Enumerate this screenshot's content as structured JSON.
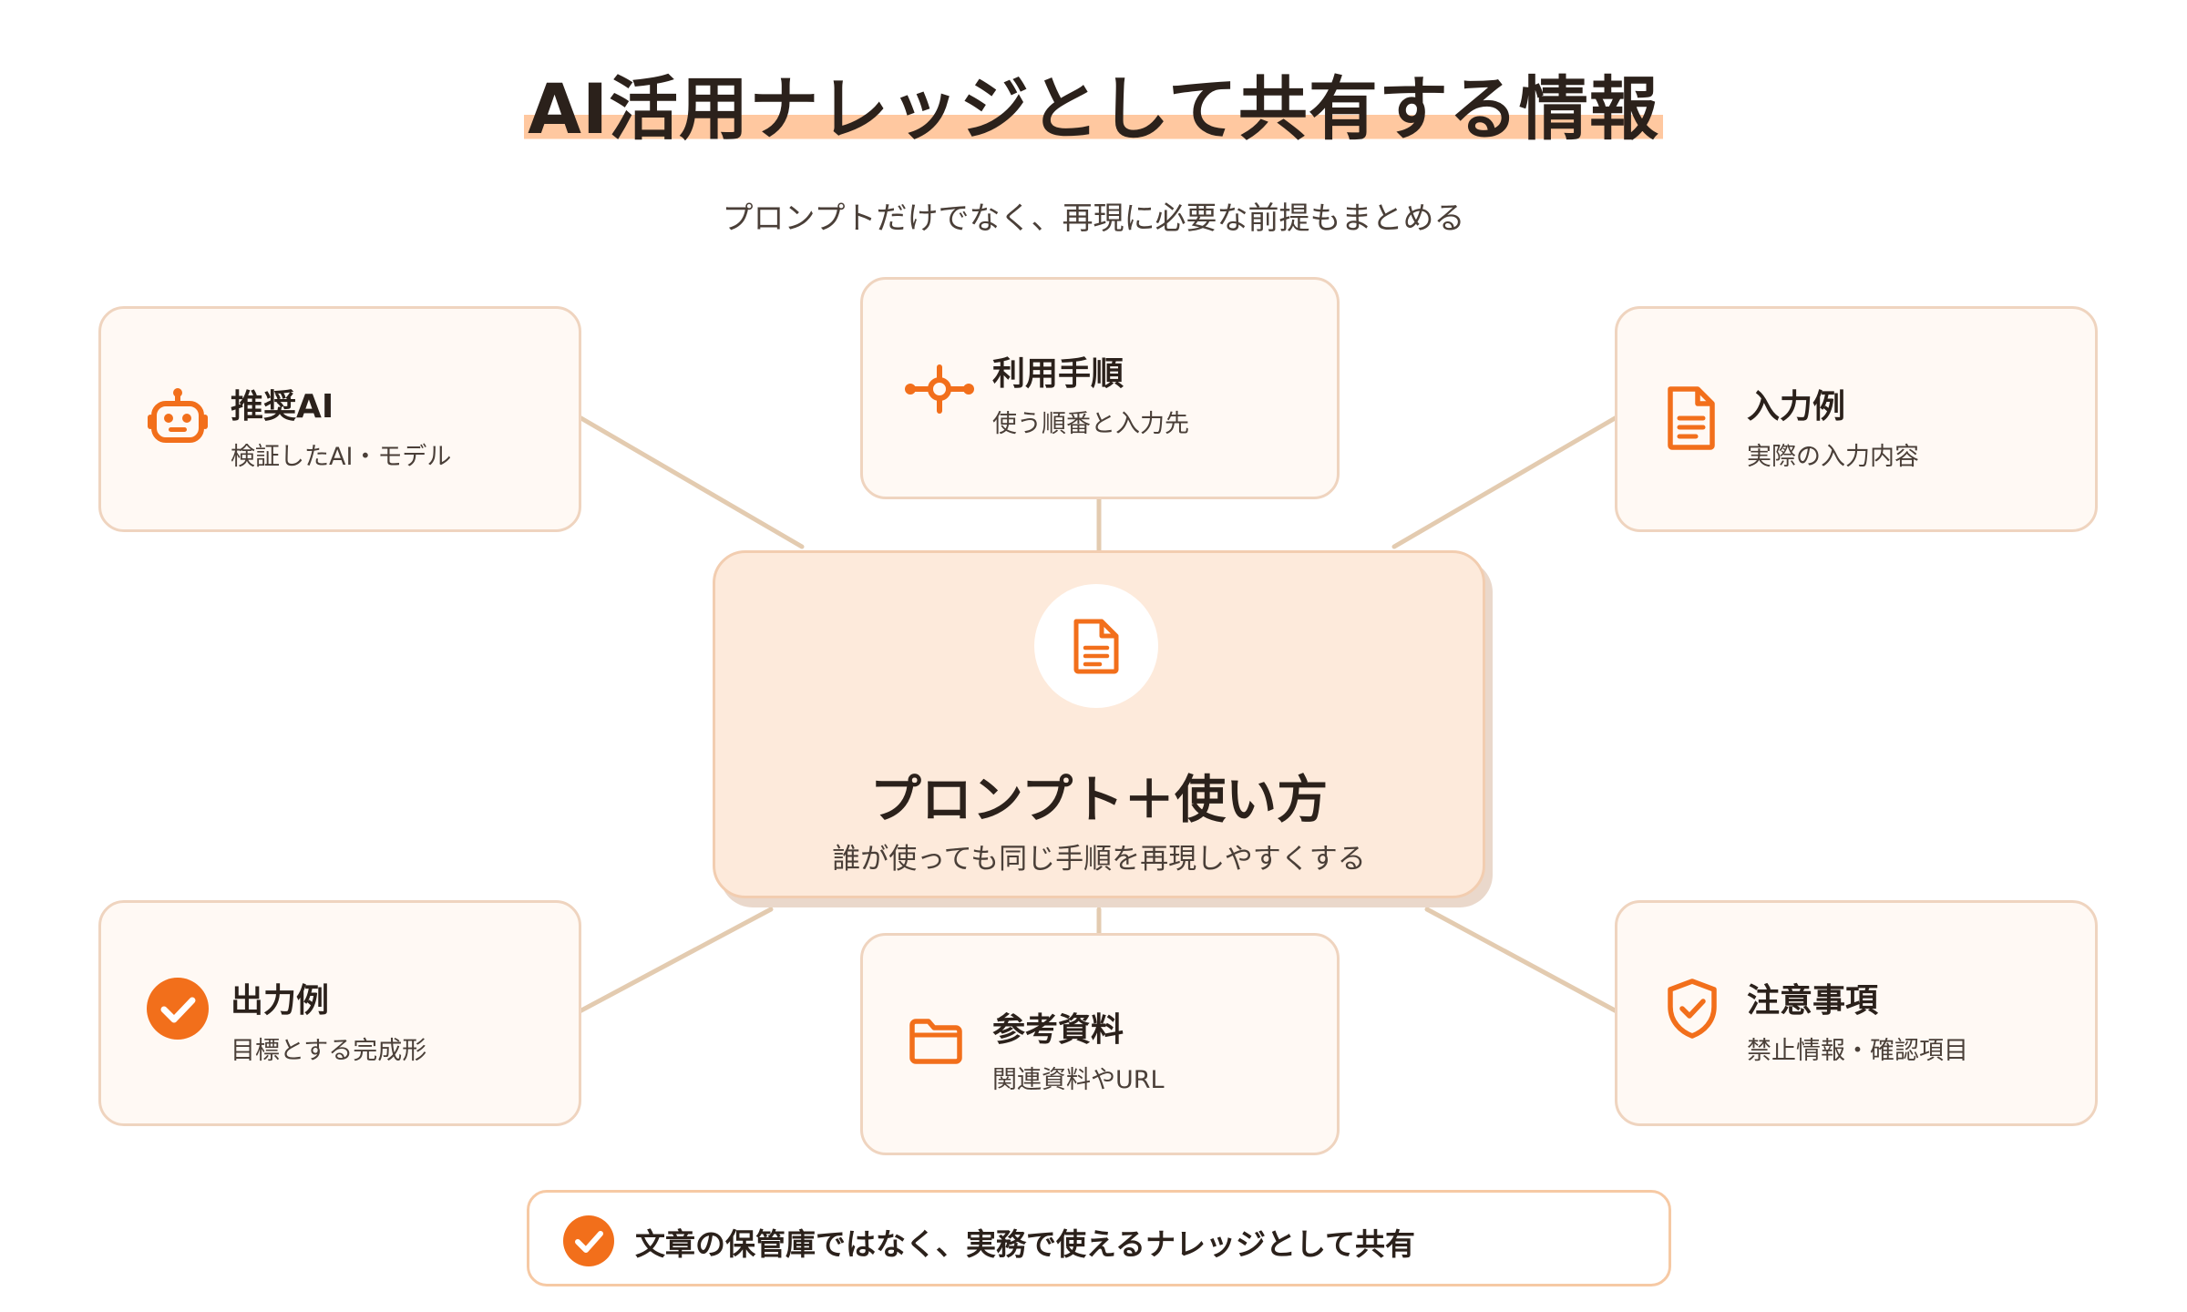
{
  "title": "AI活用ナレッジとして共有する情報",
  "subtitle": "プロンプトだけでなく、再現に必要な前提もまとめる",
  "center": {
    "title": "プロンプト＋使い方",
    "description": "誰が使っても同じ手順を再現しやすくする",
    "icon": "document-icon"
  },
  "cards": {
    "recommended_ai": {
      "label": "推奨AI",
      "description": "検証したAI・モデル",
      "icon": "robot-icon"
    },
    "usage_steps": {
      "label": "利用手順",
      "description": "使う順番と入力先",
      "icon": "steps-icon"
    },
    "input_example": {
      "label": "入力例",
      "description": "実際の入力内容",
      "icon": "document-icon"
    },
    "output_example": {
      "label": "出力例",
      "description": "目標とする完成形",
      "icon": "check-circle-icon"
    },
    "references": {
      "label": "参考資料",
      "description": "関連資料やURL",
      "icon": "folder-icon"
    },
    "cautions": {
      "label": "注意事項",
      "description": "禁止情報・確認項目",
      "icon": "shield-check-icon"
    }
  },
  "banner": {
    "text": "文章の保管庫ではなく、実務で使えるナレッジとして共有",
    "icon": "check-circle-icon"
  },
  "colors": {
    "accent": "#f26f1b",
    "card_bg": "#fff9f4",
    "card_border": "#efd4bf",
    "center_bg": "#fdeadb",
    "connector": "#e3cbb0",
    "title_highlight": "#ffc8a0"
  }
}
